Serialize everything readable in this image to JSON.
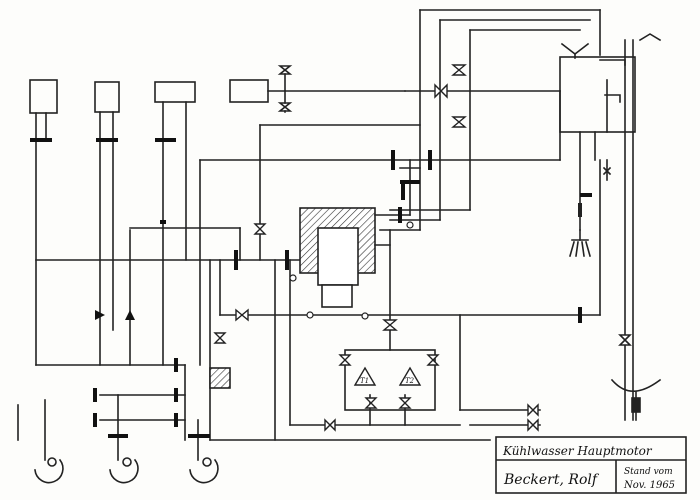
{
  "title_block": {
    "title": "Kühlwasser Hauptmotor",
    "author": "Beckert, Rolf",
    "status_label": "Stand vom",
    "status_date": "Nov. 1965"
  },
  "pump_labels": {
    "left": "T1",
    "right": "T2"
  }
}
